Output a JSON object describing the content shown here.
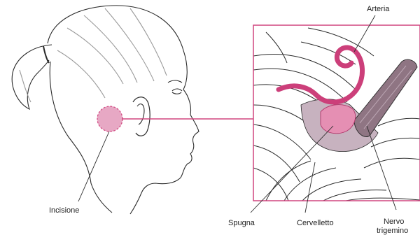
{
  "colors": {
    "line": "#2a2a2a",
    "accent": "#d0457f",
    "accent_light": "#e7a8c4",
    "artery": "#cc3f7a",
    "sponge": "#e58fb3",
    "nerve": "#8f7583",
    "nerve_light": "#bca6b3",
    "background": "#ffffff"
  },
  "labels": {
    "incision": "Incisione",
    "artery": "Arteria",
    "sponge": "Spugna",
    "cerebellum": "Cervelletto",
    "nerve_line1": "Nervo",
    "nerve_line2": "trigemino"
  }
}
